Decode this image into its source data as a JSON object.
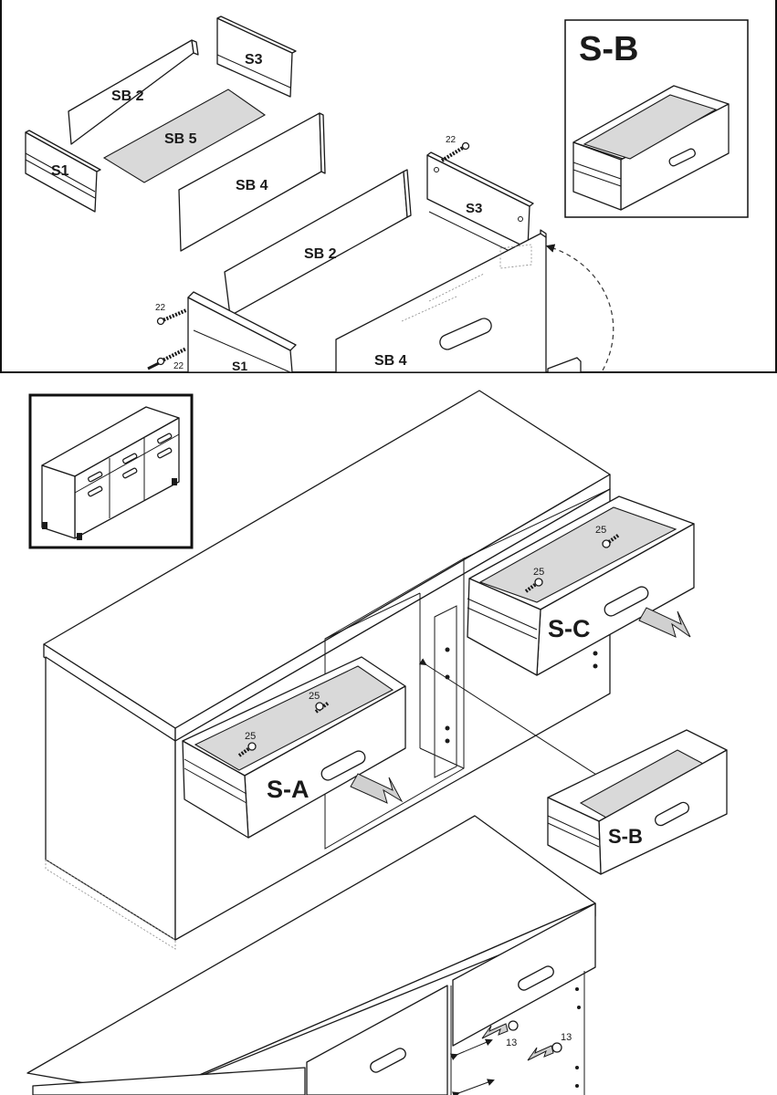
{
  "parts": {
    "sb2_top": "SB 2",
    "s3_top": "S3",
    "sb5": "SB 5",
    "s1_top": "S1",
    "sb4_top": "SB 4",
    "sb2_mid": "SB 2",
    "s3_mid": "S3",
    "sb4_front": "SB 4",
    "s1_mid": "S1"
  },
  "screws": {
    "a": "22",
    "b": "22",
    "c": "22",
    "d": "25",
    "e": "25",
    "f": "25",
    "g": "25",
    "h": "13",
    "i": "13"
  },
  "drawers": {
    "inset_label": "S-B",
    "a": "S-A",
    "b": "S-B",
    "c": "S-C"
  }
}
